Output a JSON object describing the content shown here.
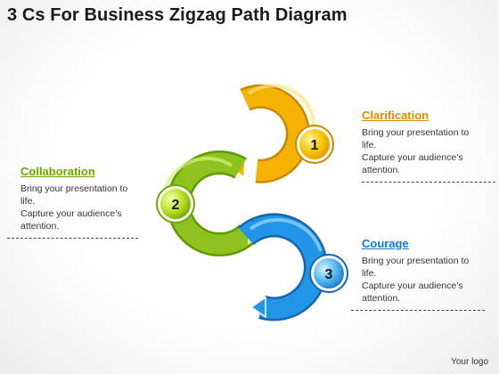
{
  "title": "3 Cs For Business Zigzag Path Diagram",
  "colors": {
    "orange": "#f5a800",
    "green": "#8dc21f",
    "blue": "#1e90e0",
    "heading_orange": "#e08a00",
    "heading_green": "#6aa800",
    "heading_blue": "#1677c9"
  },
  "nodes": [
    {
      "number": "1"
    },
    {
      "number": "2"
    },
    {
      "number": "3"
    }
  ],
  "blocks": {
    "clarification": {
      "heading": "Clarification",
      "line1": "Bring your presentation to",
      "line2": "life.",
      "line3": "Capture your audience’s",
      "line4": "attention."
    },
    "collaboration": {
      "heading": "Collaboration",
      "line1": "Bring your presentation to",
      "line2": "life.",
      "line3": "Capture your audience’s",
      "line4": "attention."
    },
    "courage": {
      "heading": "Courage",
      "line1": "Bring your presentation to",
      "line2": "life.",
      "line3": "Capture your audience’s",
      "line4": "attention."
    }
  },
  "logo": "Your logo"
}
